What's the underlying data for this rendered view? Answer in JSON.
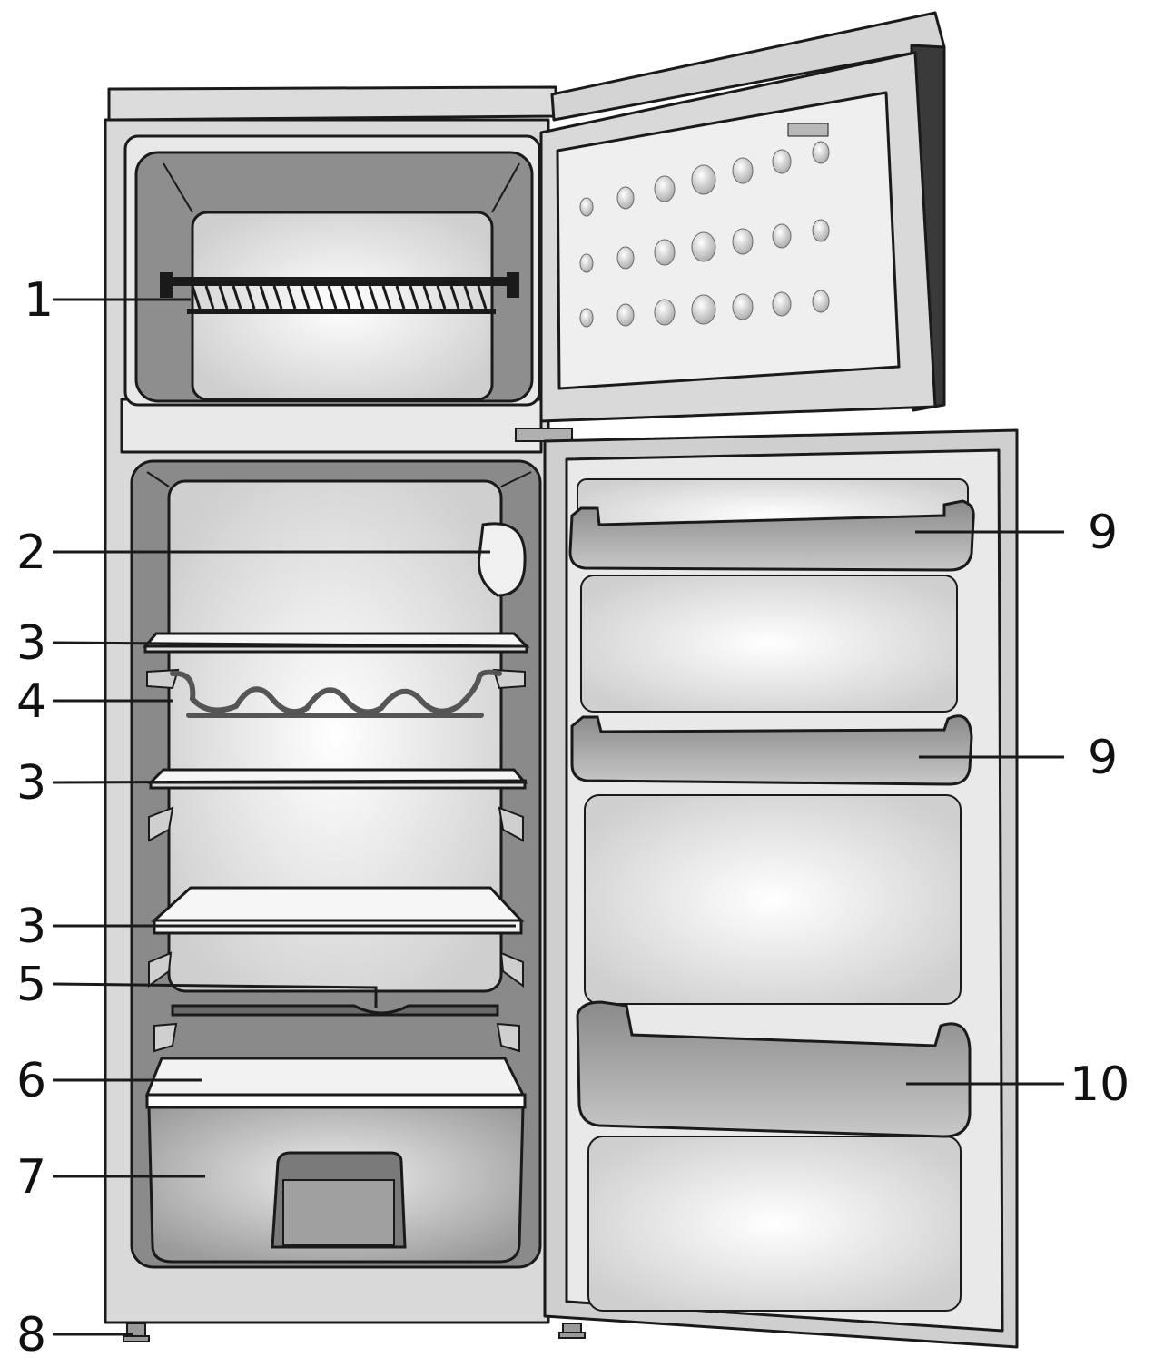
{
  "diagram": {
    "subject": "two-door refrigerator with freezer compartment, both doors open",
    "colors": {
      "line": "#1a1a1a",
      "cabinet": "#d6d6d6",
      "inner": "#e6e6e6",
      "cavity": "#8c8c8c",
      "dark": "#5a5a5a",
      "light": "#f4f4f4"
    },
    "callouts": [
      {
        "id": "c1",
        "label": "1"
      },
      {
        "id": "c2",
        "label": "2"
      },
      {
        "id": "c3a",
        "label": "3"
      },
      {
        "id": "c4",
        "label": "4"
      },
      {
        "id": "c3b",
        "label": "3"
      },
      {
        "id": "c3c",
        "label": "3"
      },
      {
        "id": "c5",
        "label": "5"
      },
      {
        "id": "c6",
        "label": "6"
      },
      {
        "id": "c7",
        "label": "7"
      },
      {
        "id": "c8",
        "label": "8"
      },
      {
        "id": "c9a",
        "label": "9"
      },
      {
        "id": "c9b",
        "label": "9"
      },
      {
        "id": "c10",
        "label": "10"
      }
    ]
  }
}
